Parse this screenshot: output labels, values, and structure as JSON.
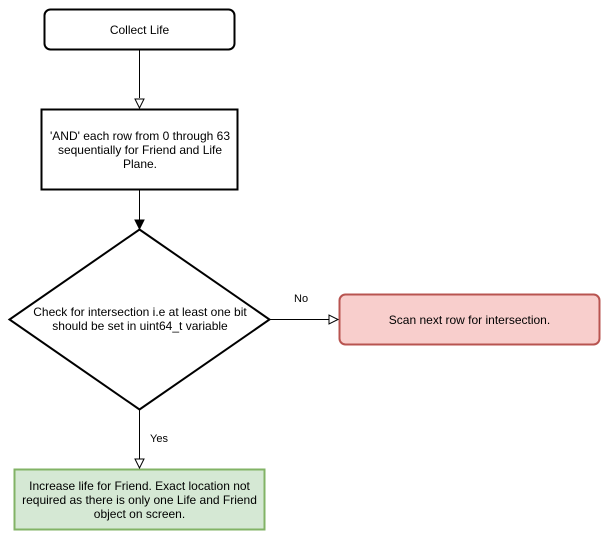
{
  "nodes": {
    "collect_life": {
      "label": "Collect Life"
    },
    "and_rows": {
      "label": "'AND' each row from 0 through 63\nsequentially for Friend and Life\nPlane."
    },
    "check_intersection": {
      "label": "Check for intersection i.e at least one bit\nshould be set in uint64_t variable"
    },
    "scan_next_row": {
      "label": "Scan next row for intersection."
    },
    "increase_life": {
      "label": "Increase life for Friend. Exact location not\nrequired as there is only one Life and Friend\nobject on screen."
    }
  },
  "edges": {
    "no_label": "No",
    "yes_label": "Yes"
  },
  "colors": {
    "stroke": "#000000",
    "scan_fill": "#f8cecc",
    "scan_stroke": "#b85450",
    "increase_fill": "#d5e8d4",
    "increase_stroke": "#82b366"
  }
}
